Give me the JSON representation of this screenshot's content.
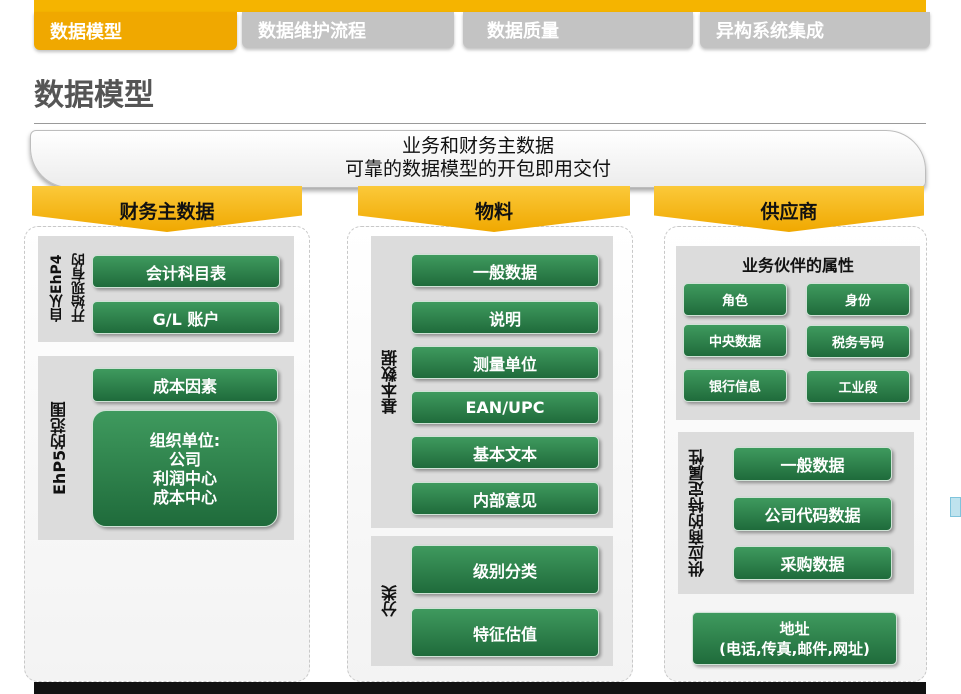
{
  "tabs": [
    {
      "label": "数据模型",
      "active": true
    },
    {
      "label": "数据维护流程",
      "active": false
    },
    {
      "label": "数据质量",
      "active": false
    },
    {
      "label": "异构系统集成",
      "active": false
    }
  ],
  "page_title": "数据模型",
  "banner": {
    "line1": "业务和财务主数据",
    "line2": "可靠的数据模型的开包即用交付"
  },
  "columns": {
    "finance": {
      "header": "财务主数据",
      "group1_label_a": "自从EhP4",
      "group1_label_b": "开始现有的",
      "group1_items": [
        "会计科目表",
        "G/L 账户"
      ],
      "group2_label": "EhP5的范围",
      "group2_items": [
        "成本因素"
      ],
      "org_unit": [
        "组织单位:",
        "公司",
        "利润中心",
        "成本中心"
      ]
    },
    "material": {
      "header": "物料",
      "basic_label": "基本数据",
      "basic_items": [
        "一般数据",
        "说明",
        "测量单位",
        "EAN/UPC",
        "基本文本",
        "内部意见"
      ],
      "class_label": "分类",
      "class_items": [
        "级别分类",
        "特征估值"
      ]
    },
    "vendor": {
      "header": "供应商",
      "partner_title": "业务伙伴的属性",
      "partner_items": [
        "角色",
        "身份",
        "中央数据",
        "税务号码",
        "银行信息",
        "工业段"
      ],
      "specific_label": "供应商的特定属性",
      "specific_items": [
        "一般数据",
        "公司代码数据",
        "采购数据"
      ],
      "address": [
        "地址",
        "(电话,传真,邮件,网址)"
      ]
    }
  },
  "colors": {
    "accent": "#f0a800",
    "tab_inactive": "#c3c3c3",
    "button_green": "#2a7d48"
  }
}
